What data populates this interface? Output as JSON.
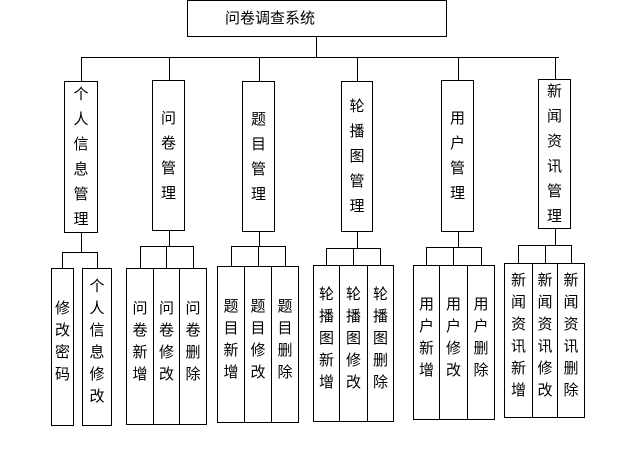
{
  "title": "问卷调查系统",
  "modules": [
    {
      "name": "个人信息管理",
      "children": [
        "修改密码",
        "个人信息修改"
      ]
    },
    {
      "name": "问卷管理",
      "children": [
        "问卷新增",
        "问卷修改",
        "问卷删除"
      ]
    },
    {
      "name": "题目管理",
      "children": [
        "题目新增",
        "题目修改",
        "题目删除"
      ]
    },
    {
      "name": "轮播图管理",
      "children": [
        "轮播图新增",
        "轮播图修改",
        "轮播图删除"
      ]
    },
    {
      "name": "用户管理",
      "children": [
        "用户新增",
        "用户修改",
        "用户删除"
      ]
    },
    {
      "name": "新闻资讯管理",
      "children": [
        "新闻资讯新增",
        "新闻资讯修改",
        "新闻资讯删除"
      ]
    }
  ]
}
